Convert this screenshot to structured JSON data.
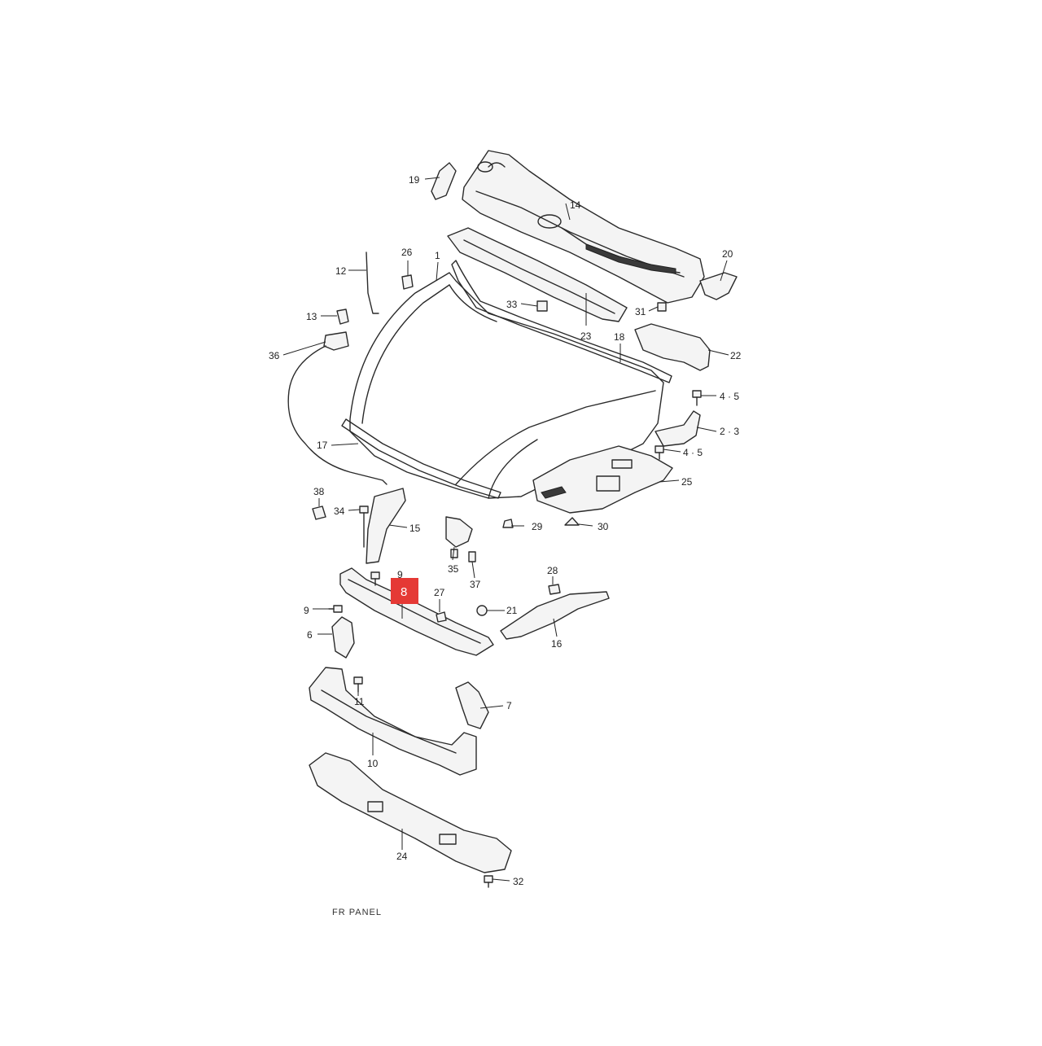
{
  "callouts": {
    "c1": "1",
    "c6": "6",
    "c7": "7",
    "c9a": "9",
    "c9b": "9",
    "c10": "10",
    "c11": "11",
    "c12": "12",
    "c13": "13",
    "c14": "14",
    "c15": "15",
    "c16": "16",
    "c17": "17",
    "c18": "18",
    "c19": "19",
    "c20": "20",
    "c21": "21",
    "c22": "22",
    "c23": "23",
    "c24": "24",
    "c25": "25",
    "c26": "26",
    "c27": "27",
    "c28": "28",
    "c29": "29",
    "c30": "30",
    "c31": "31",
    "c32": "32",
    "c33": "33",
    "c34": "34",
    "c35": "35",
    "c36": "36",
    "c37": "37",
    "c38": "38",
    "c45a": "4 · 5",
    "c45b": "4 · 5",
    "c23b": "2 · 3"
  },
  "highlight": {
    "label": "8",
    "color": "#e53935"
  },
  "footer_text": "FR PANEL"
}
